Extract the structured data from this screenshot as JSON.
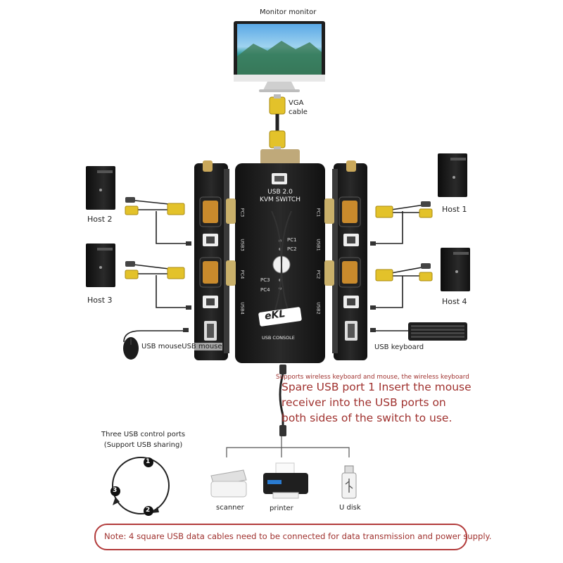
{
  "labels": {
    "monitor": "Monitor monitor",
    "vga_cable_line1": "VGA",
    "vga_cable_line2": "cable",
    "host1": "Host 1",
    "host2": "Host 2",
    "host3": "Host 3",
    "host4": "Host 4",
    "usb_mouse": "USB mouseUSB mouse",
    "usb_keyboard": "USB keyboard",
    "wireless_note": "Supports wireless keyboard and mouse, the wireless keyboard",
    "spare_line1": "Spare USB port 1 Insert the mouse",
    "spare_line2": "receiver into the USB ports on",
    "spare_line3": "both sides of the switch to use.",
    "control_ports_line1": "Three USB control ports",
    "control_ports_line2": "(Support USB sharing)",
    "port_1": "1",
    "port_2": "2",
    "port_3": "3",
    "scanner": "scanner",
    "printer": "printer",
    "udisk": "U disk",
    "note": "Note: 4 square USB data cables need to be connected for data transmission and power supply."
  },
  "device": {
    "title_line1": "USB 2.0",
    "title_line2": "KVM SWITCH",
    "brand": "eKL",
    "console": "USB CONSOLE",
    "pc1": "PC1",
    "pc2": "PC2",
    "pc3": "PC3",
    "pc4": "PC4",
    "side_pc3": "PC3",
    "side_usb3": "USB3",
    "side_pc4": "PC4",
    "side_usb4": "USB4",
    "side_pc1": "PC1",
    "side_usb1": "USB1",
    "side_pc2": "PC2",
    "side_usb2": "USB2"
  },
  "colors": {
    "device_body": "#1a1a1a",
    "vga_yellow": "#e3c22a",
    "vga_port": "#c98a2c",
    "note_red": "#a0322f",
    "border_red": "#b23b3b"
  }
}
